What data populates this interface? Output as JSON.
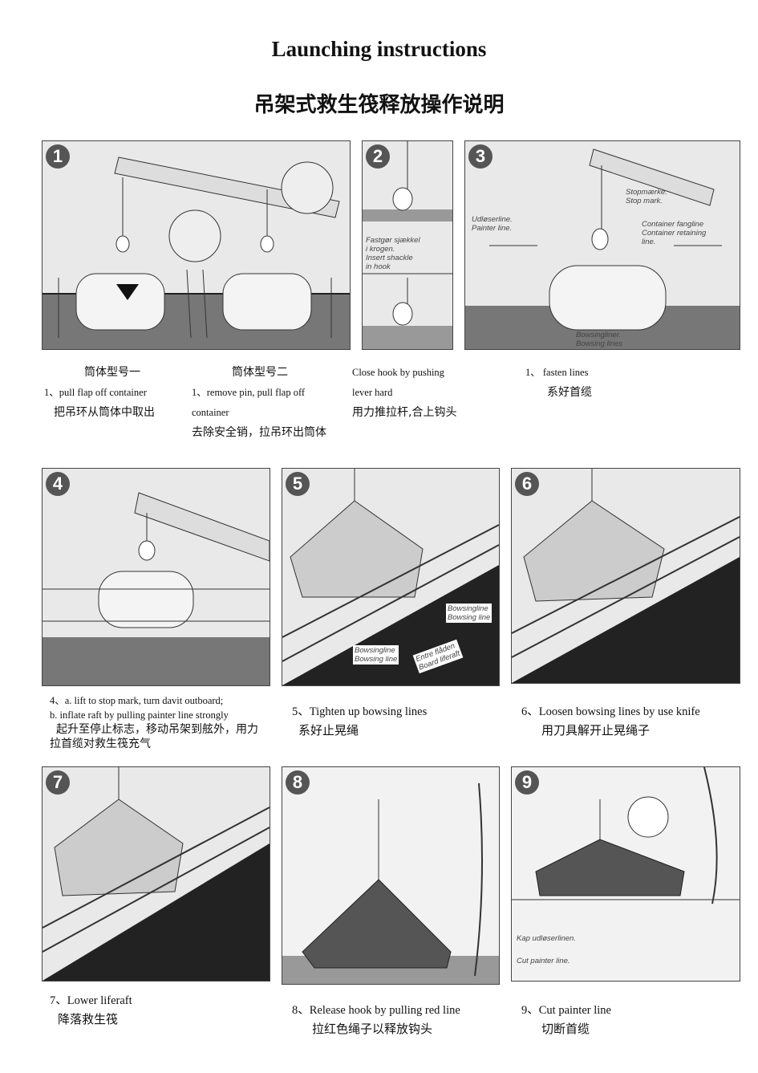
{
  "header": {
    "title": "Launching  instructions",
    "subtitle": "吊架式救生筏释放操作说明"
  },
  "panels": [
    {
      "num": "1"
    },
    {
      "num": "2",
      "labels": [
        "Fastgør sjækkel",
        "i krogen.",
        "Insert shackle",
        "in hook"
      ]
    },
    {
      "num": "3",
      "labels": [
        "Stopmærke.",
        "Stop mark.",
        "Udløserline.",
        "Painter line.",
        "Container fangline",
        "Container retaining",
        "line.",
        "Bowsingliner.",
        "Bowsing lines"
      ]
    },
    {
      "num": "4"
    },
    {
      "num": "5",
      "labels": [
        "Bowsingline",
        "Bowsing line",
        "Bowsingline",
        "Bowsing line",
        "Entre flåden",
        "Board liferaft"
      ]
    },
    {
      "num": "6"
    },
    {
      "num": "7"
    },
    {
      "num": "8"
    },
    {
      "num": "9",
      "labels": [
        "Kap udløserlinen.",
        "Cut painter line."
      ]
    }
  ],
  "captions": {
    "c1a": {
      "zh_head": "筒体型号一",
      "en": "1、pull  flap  off container",
      "zh": "把吊环从筒体中取出"
    },
    "c1b": {
      "zh_head": "筒体型号二",
      "en1": "1、remove  pin,  pull  flap  off",
      "en2": "container",
      "zh": "去除安全销，拉吊环出筒体"
    },
    "c2": {
      "en1": "Close  hook  by  pushing",
      "en2": "lever  hard",
      "zh": "用力推拉杆,合上钩头"
    },
    "c3": {
      "en": "1、    fasten  lines",
      "zh": "系好首缆"
    },
    "c4": {
      "en1": "4、a.  lift  to  stop  mark,  turn  davit  outboard;",
      "en2": "b.  inflate  raft  by  pulling  painter  line  strongly",
      "zh1": "起升至停止标志，移动吊架到舷外，用力",
      "zh2": "拉首缆对救生筏充气"
    },
    "c5": {
      "en": "5、Tighten  up  bowsing  lines",
      "zh": "系好止晃绳"
    },
    "c6": {
      "en": "6、Loosen  bowsing  lines  by  use  knife",
      "zh": "用刀具解开止晃绳子"
    },
    "c7": {
      "en": "7、Lower  liferaft",
      "zh": "降落救生筏"
    },
    "c8": {
      "en": "8、Release  hook  by  pulling  red  line",
      "zh": "拉红色绳子以释放钩头"
    },
    "c9": {
      "en": "9、Cut  painter  line",
      "zh": "切断首缆"
    }
  }
}
